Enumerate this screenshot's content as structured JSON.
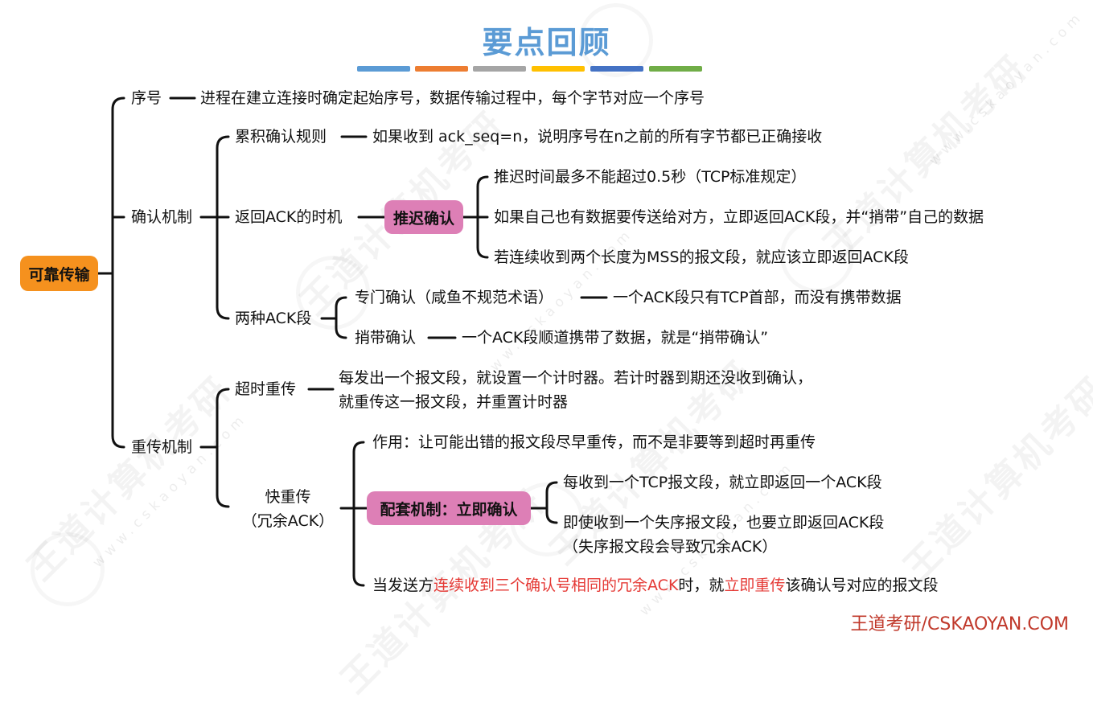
{
  "title": "要点回顾",
  "stripe_colors": [
    "#5b9bd5",
    "#ed7d31",
    "#a5a5a5",
    "#ffc000",
    "#4472c4",
    "#70ad47"
  ],
  "colors": {
    "root": "#f5911e",
    "highlight": "#dd7fb6",
    "emphasis": "#e53935",
    "line": "#111111"
  },
  "root": "可靠传输",
  "seq": {
    "label": "序号",
    "desc": "进程在建立连接时确定起始序号，数据传输过程中，每个字节对应一个序号"
  },
  "ack": {
    "label": "确认机制",
    "cumulative": {
      "label": "累积确认规则",
      "desc": "如果收到 ack_seq=n，说明序号在n之前的所有字节都已正确接收"
    },
    "timing": {
      "label": "返回ACK的时机",
      "delayed": "推迟确认",
      "items": [
        "推迟时间最多不能超过0.5秒（TCP标准规定）",
        "如果自己也有数据要传送给对方，立即返回ACK段，并“捎带”自己的数据",
        "若连续收到两个长度为MSS的报文段，就应该立即返回ACK段"
      ]
    },
    "types": {
      "label": "两种ACK段",
      "dedicated": {
        "label": "专门确认（咸鱼不规范术语）",
        "desc": "一个ACK段只有TCP首部，而没有携带数据"
      },
      "piggyback": {
        "label": "捎带确认",
        "desc": "一个ACK段顺道携带了数据，就是“捎带确认”"
      }
    }
  },
  "retrans": {
    "label": "重传机制",
    "timeout": {
      "label": "超时重传",
      "desc_line1": "每发出一个报文段，就设置一个计时器。若计时器到期还没收到确认，",
      "desc_line2": "就重传这一报文段，并重置计时器"
    },
    "fast": {
      "label_line1": "快重传",
      "label_line2": "（冗余ACK）",
      "purpose": "作用：让可能出错的报文段尽早重传，而不是非要等到超时再重传",
      "mechanism": {
        "label": "配套机制：立即确认",
        "item1": "每收到一个TCP报文段，就立即返回一个ACK段",
        "item2_line1": "即使收到一个失序报文段，也要立即返回ACK段",
        "item2_line2": "（失序报文段会导致冗余ACK）"
      },
      "trigger": {
        "part1": "当发送方",
        "part2": "连续收到三个确认号相同的冗余ACK",
        "part3": "时，就",
        "part4": "立即重传",
        "part5": "该确认号对应的报文段"
      }
    }
  },
  "brand": "王道考研/CSKAOYAN.COM"
}
